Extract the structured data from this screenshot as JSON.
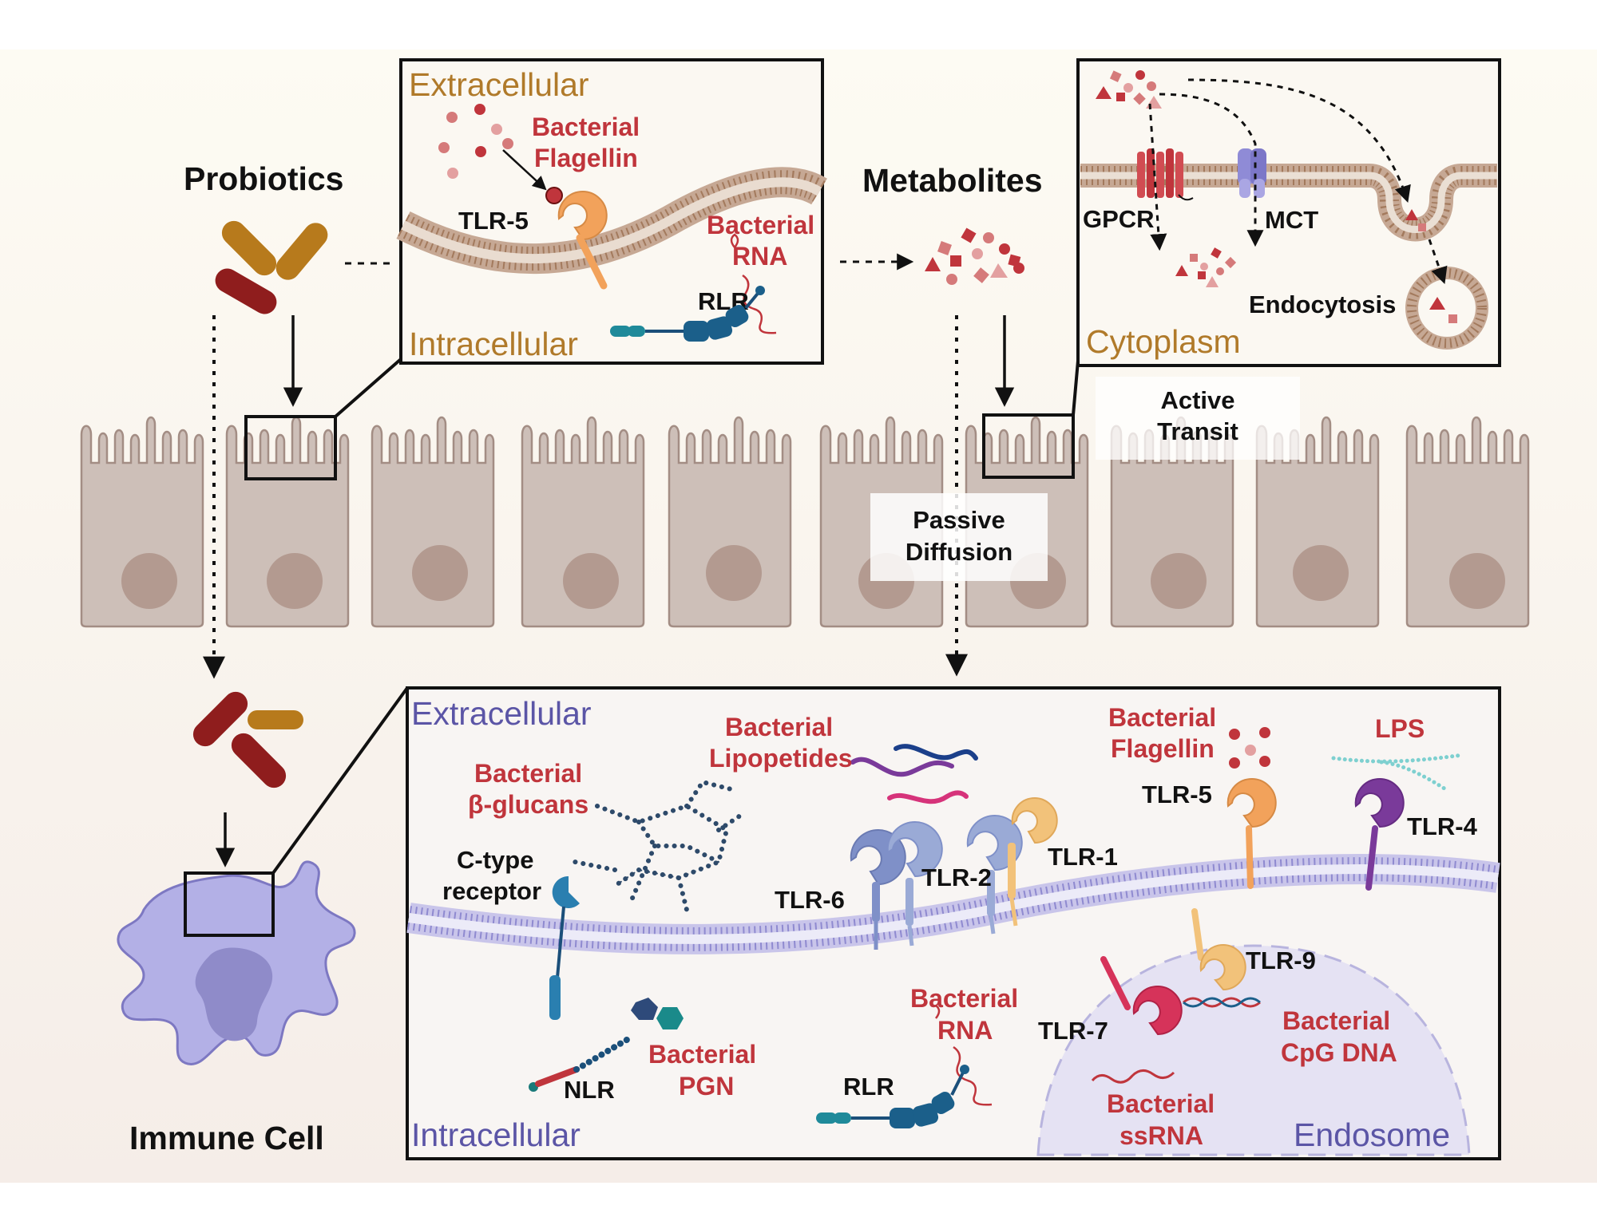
{
  "labels": {
    "probiotics": "Probiotics",
    "metabolites": "Metabolites",
    "immune_cell": "Immune Cell",
    "passive_1": "Passive",
    "passive_2": "Diffusion",
    "active_1": "Active",
    "active_2": "Transit"
  },
  "inset_probiotic": {
    "extracellular": "Extracellular",
    "intracellular": "Intracellular",
    "flagellin_1": "Bacterial",
    "flagellin_2": "Flagellin",
    "tlr5": "TLR-5",
    "rna_1": "Bacterial",
    "rna_2": "RNA",
    "rlr": "RLR"
  },
  "inset_metabolite": {
    "gpcr": "GPCR",
    "mct": "MCT",
    "endocytosis": "Endocytosis",
    "cytoplasm": "Cytoplasm"
  },
  "inset_immune": {
    "extracellular": "Extracellular",
    "intracellular": "Intracellular",
    "endosome": "Endosome",
    "glucans_1": "Bacterial",
    "glucans_2": "β-glucans",
    "ctype_1": "C-type",
    "ctype_2": "receptor",
    "lipo_1": "Bacterial",
    "lipo_2": "Lipopetides",
    "tlr6": "TLR-6",
    "tlr2": "TLR-2",
    "tlr1": "TLR-1",
    "flag_1": "Bacterial",
    "flag_2": "Flagellin",
    "tlr5": "TLR-5",
    "lps": "LPS",
    "tlr4": "TLR-4",
    "nlr": "NLR",
    "pgn_1": "Bacterial",
    "pgn_2": "PGN",
    "rna_1": "Bacterial",
    "rna_2": "RNA",
    "rlr": "RLR",
    "tlr7": "TLR-7",
    "ssrna_1": "Bacterial",
    "ssrna_2": "ssRNA",
    "tlr9": "TLR-9",
    "cpg_1": "Bacterial",
    "cpg_2": "CpG DNA"
  },
  "colors": {
    "cell": "#cdbfb8",
    "cell_stroke": "#a38d84",
    "nucleus": "#b39a90",
    "immune_cell": "#b3b0e6",
    "immune_nucleus": "#8f8bc9",
    "red_text": "#c0353c",
    "gold_text": "#b07a2a",
    "purple_text": "#5b55a6"
  }
}
